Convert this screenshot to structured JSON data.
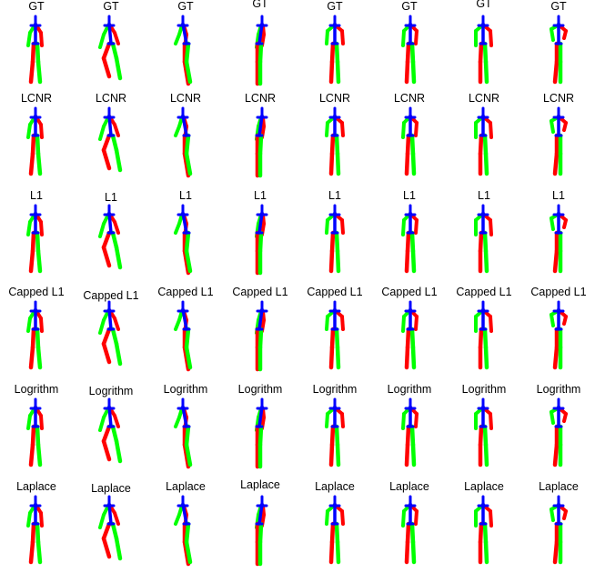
{
  "colors": {
    "right_limbs": "#ff0000",
    "left_limbs": "#00ff00",
    "torso_head": "#0000ff"
  },
  "rows": [
    {
      "method": "GT",
      "labels": [
        "GT",
        "GT",
        "GT",
        "GT",
        "GT",
        "GT",
        "GT",
        "GT"
      ]
    },
    {
      "method": "LCNR",
      "labels": [
        "LCNR",
        "LCNR",
        "LCNR",
        "LCNR",
        "LCNR",
        "LCNR",
        "LCNR",
        "LCNR"
      ]
    },
    {
      "method": "L1",
      "labels": [
        "L1",
        "L1",
        "L1",
        "L1",
        "L1",
        "L1",
        "L1",
        "L1"
      ]
    },
    {
      "method": "Capped L1",
      "labels": [
        "Capped L1",
        "Capped L1",
        "Capped L1",
        "Capped L1",
        "Capped L1",
        "Capped L1",
        "Capped L1",
        "Capped L1"
      ]
    },
    {
      "method": "Logrithm",
      "labels": [
        "Logrithm",
        "Logrithm",
        "Logrithm",
        "Logrithm",
        "Logrithm",
        "Logrithm",
        "Logrithm",
        "Logrithm"
      ]
    },
    {
      "method": "Laplace",
      "labels": [
        "Laplace",
        "Laplace",
        "Laplace",
        "Laplace",
        "Laplace",
        "Laplace",
        "Laplace",
        "Laplace"
      ]
    }
  ]
}
